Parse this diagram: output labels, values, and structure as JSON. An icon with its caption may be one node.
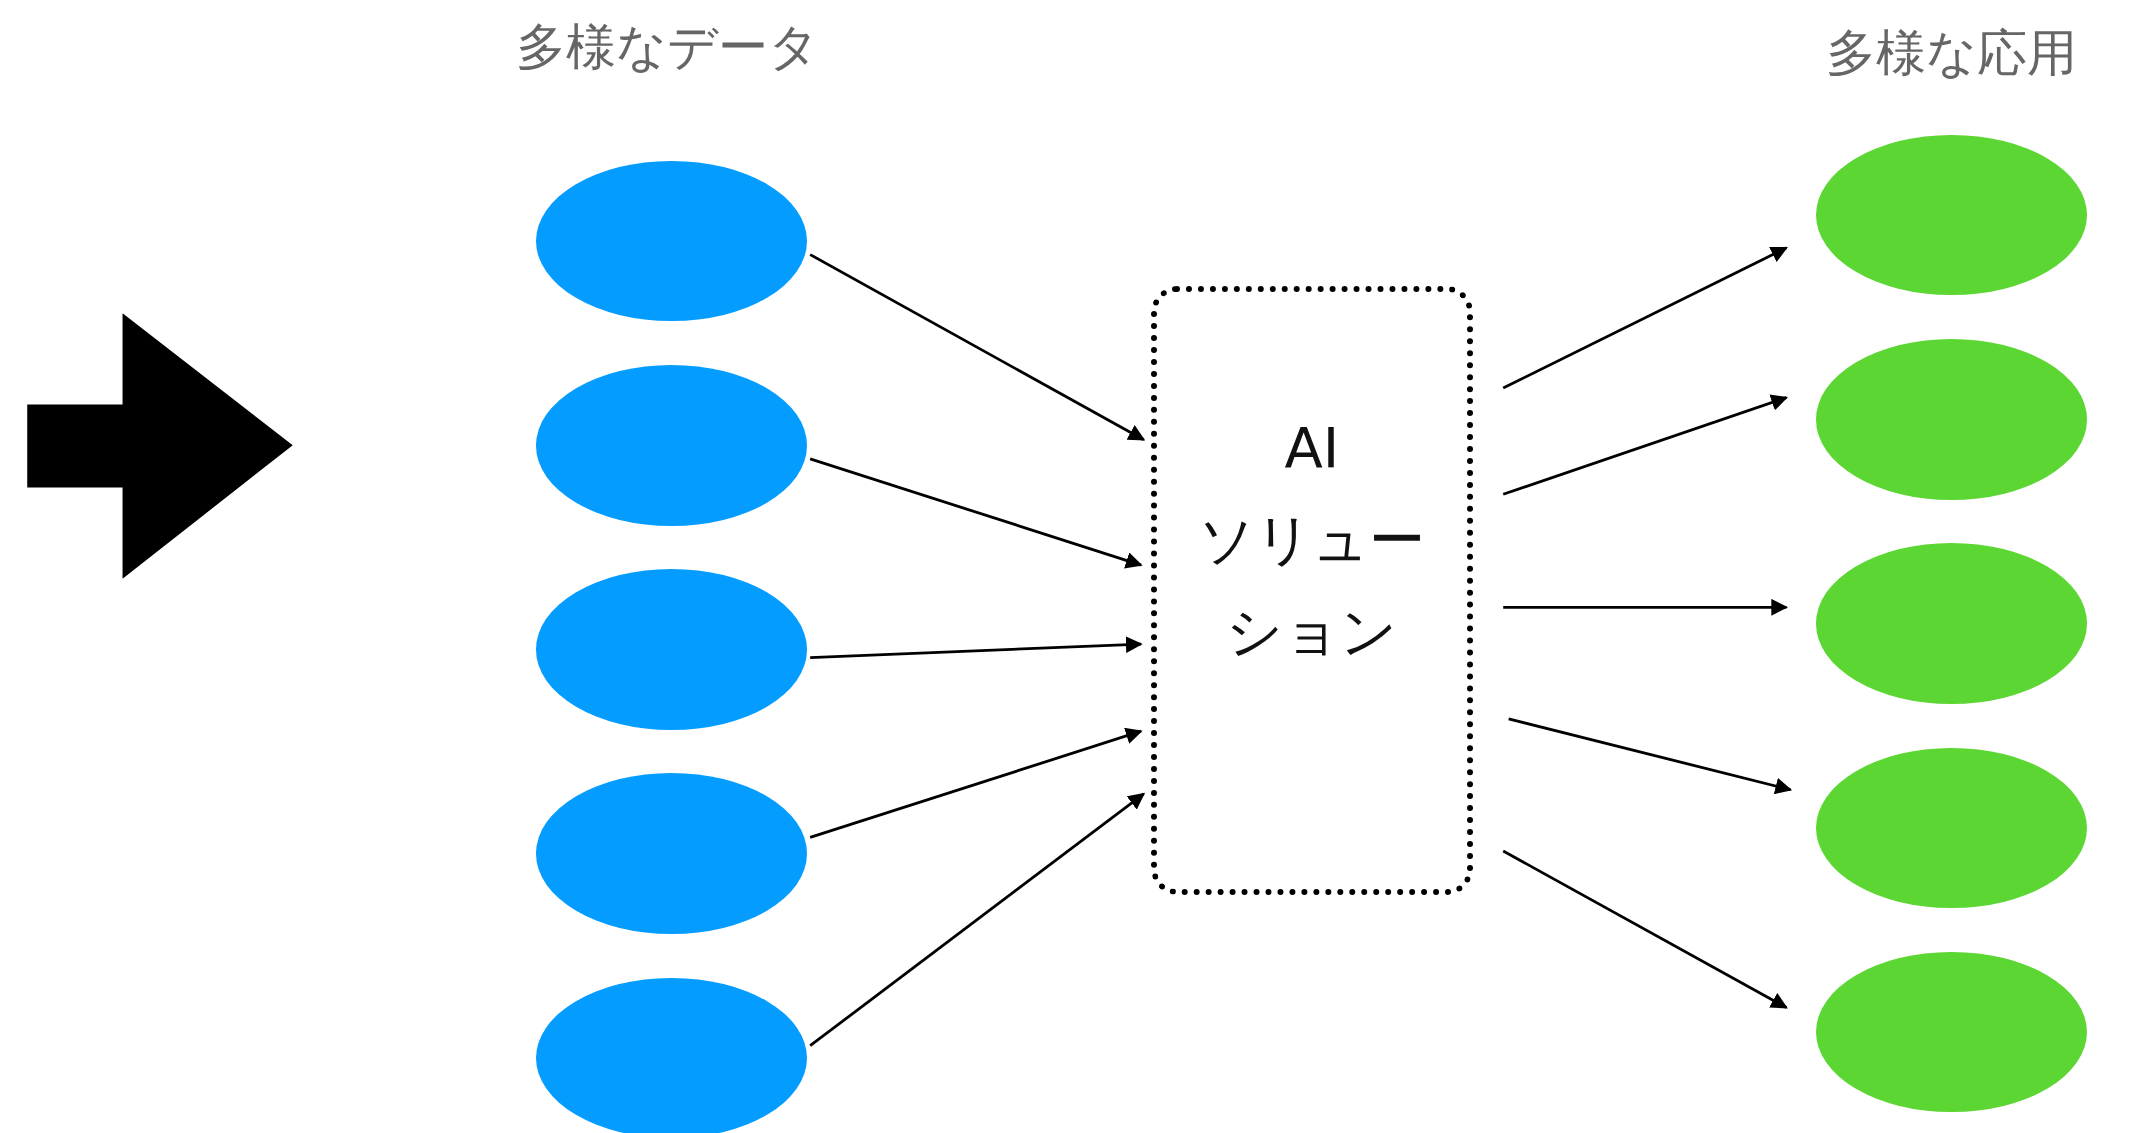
{
  "diagram": {
    "nodes": [
      {
        "text": [],
        "shape": "ellipse"
      },
      {
        "text": [],
        "shape": "ellipse"
      },
      {
        "text": [],
        "shape": "ellipse"
      },
      {
        "text": [],
        "shape": "ellipse"
      },
      {
        "text": [],
        "shape": "ellipse"
      },
      {
        "text": [
          "AI",
          "ソリューション"
        ]
      },
      {
        "text": [],
        "shape": "ellipse"
      },
      {
        "text": [],
        "shape": "ellipse"
      },
      {
        "text": [],
        "shape": "ellipse"
      },
      {
        "text": [],
        "shape": "ellipse"
      },
      {
        "text": [],
        "shape": "ellipse"
      }
    ],
    "edges": [
      {
        "from": 0,
        "to": 5,
        "arrow": "to"
      },
      {
        "from": 1,
        "to": 5,
        "arrow": "to"
      },
      {
        "from": 2,
        "to": 5,
        "arrow": "to"
      },
      {
        "from": 3,
        "to": 5,
        "arrow": "to"
      },
      {
        "from": 4,
        "to": 5,
        "arrow": "to"
      },
      {
        "from": 5,
        "to": 6,
        "arrow": "to"
      },
      {
        "from": 5,
        "to": 7,
        "arrow": "to"
      },
      {
        "from": 5,
        "to": 8,
        "arrow": "to"
      },
      {
        "from": 5,
        "to": 9,
        "arrow": "to"
      },
      {
        "from": 5,
        "to": 10,
        "arrow": "to"
      }
    ],
    "labels": [
      "多様なデータ",
      "多様な応用"
    ]
  }
}
